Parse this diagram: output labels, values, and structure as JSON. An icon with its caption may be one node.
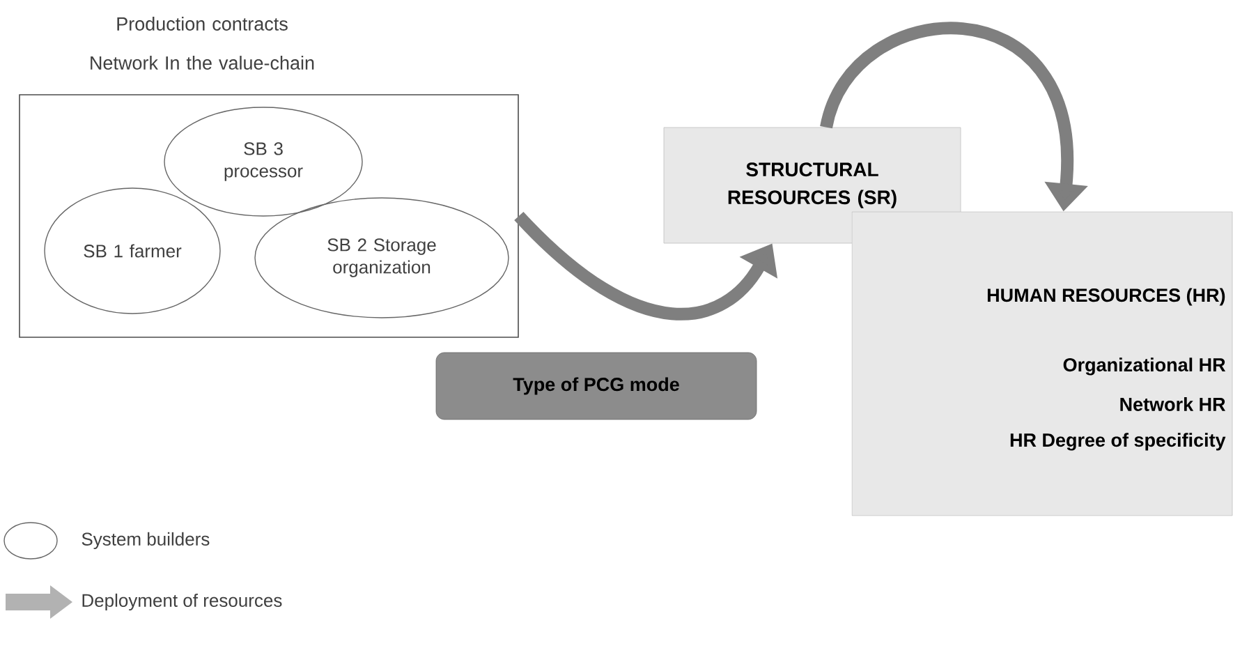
{
  "diagram": {
    "nodes": [
      {
        "text": [
          "Production contracts Network In the value-chain"
        ]
      },
      {
        "text": [
          "SB 3 processor"
        ],
        "in": 0
      },
      {
        "text": [
          "SB 1 farmer"
        ],
        "in": 0
      },
      {
        "text": [
          "SB 2 Storage organization"
        ],
        "in": 0
      },
      {
        "text": [
          "STRUCTURAL RESOURCES (SR)"
        ]
      },
      {
        "text": [
          "HUMAN RESOURCES (HR)",
          "Organizational HR",
          "Network HR",
          "HR Degree of specificity"
        ]
      },
      {
        "text": [
          "Type of PCG mode"
        ]
      }
    ],
    "edges": [
      {
        "from": 0,
        "to": 4,
        "arrow": "to"
      },
      {
        "from": 4,
        "to": 5,
        "arrow": "to"
      }
    ],
    "legend": [
      {
        "text": "System builders"
      },
      {
        "text": "Deployment of resources"
      }
    ]
  }
}
